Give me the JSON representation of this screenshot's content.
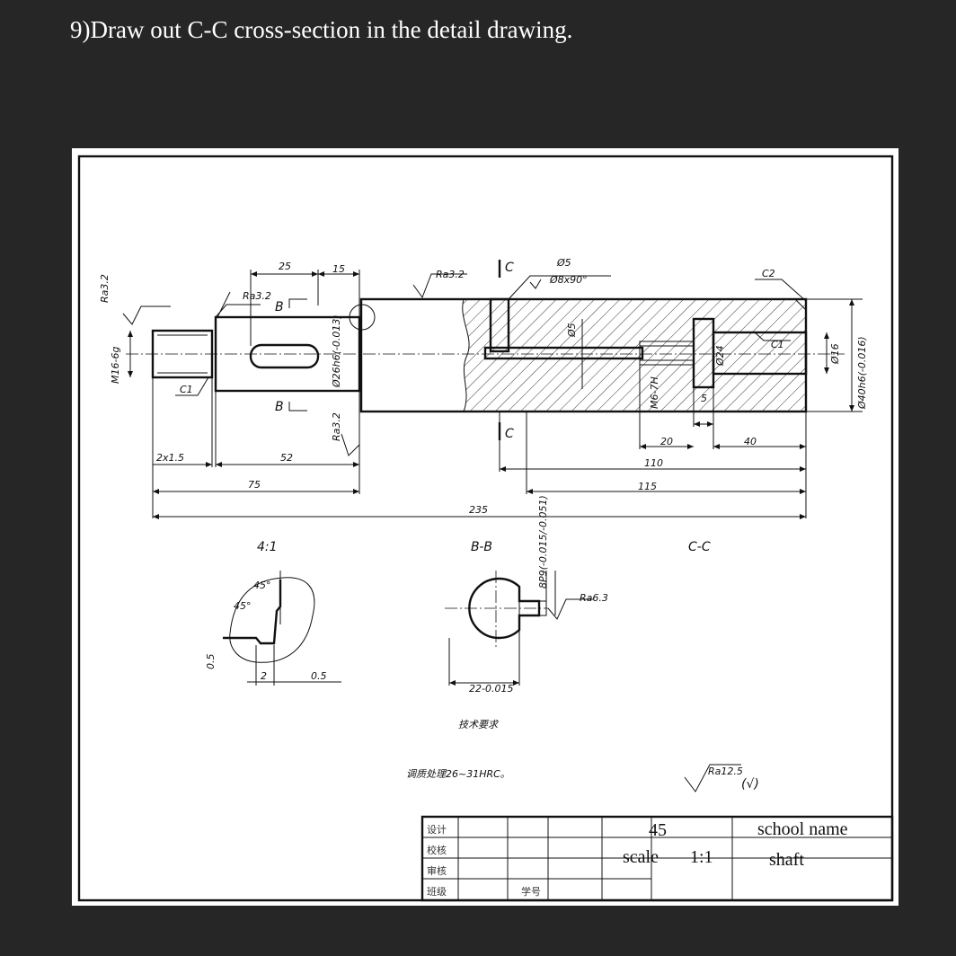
{
  "question": "9)Draw out C-C cross-section in the detail drawing.",
  "drawing": {
    "roughness": [
      "Ra3.2",
      "Ra3.2",
      "Ra3.2",
      "Ra3.2",
      "Ra6.3",
      "Ra12.5"
    ],
    "dimensions": {
      "d25": "25",
      "d15": "15",
      "d52": "52",
      "d75": "75",
      "d235": "235",
      "d2x15": "2x1.5",
      "d110": "110",
      "d115": "115",
      "d20": "20",
      "d40": "40",
      "d5": "5",
      "c1_left": "C1",
      "c1_right": "C1",
      "c2": "C2",
      "dia5": "Ø5",
      "dia8": "Ø8x90°",
      "dia5v": "Ø5",
      "m16": "M16-6g",
      "m6": "M6-7H",
      "dia24": "Ø24",
      "dia16": "Ø16",
      "dia26": "Ø26h6(-0.013)",
      "dia40": "Ø40h6(-0.016)",
      "key_w": "8P9(-0.015/-0.051)",
      "key_d": "22-0.015",
      "half5": "0.5",
      "d2": "2",
      "d05b": "0.5"
    },
    "section_marks": {
      "b_top": "B",
      "b_bottom": "B",
      "c_top": "C",
      "c_bottom": "C"
    },
    "view_labels": {
      "detail": "4:1",
      "bb": "B-B",
      "cc": "C-C"
    },
    "angles": {
      "a1": "45°",
      "a2": "45°"
    },
    "notes_heading": "技术要求",
    "notes_text": "调质处理26~31HRC。",
    "roughness_other": "(√)"
  },
  "title_block": {
    "rows": [
      "设计",
      "校核",
      "审核",
      "班级"
    ],
    "student_no": "学号",
    "material": "45",
    "scale_label": "scale",
    "scale_value": "1:1",
    "school": "school name",
    "part": "shaft"
  }
}
